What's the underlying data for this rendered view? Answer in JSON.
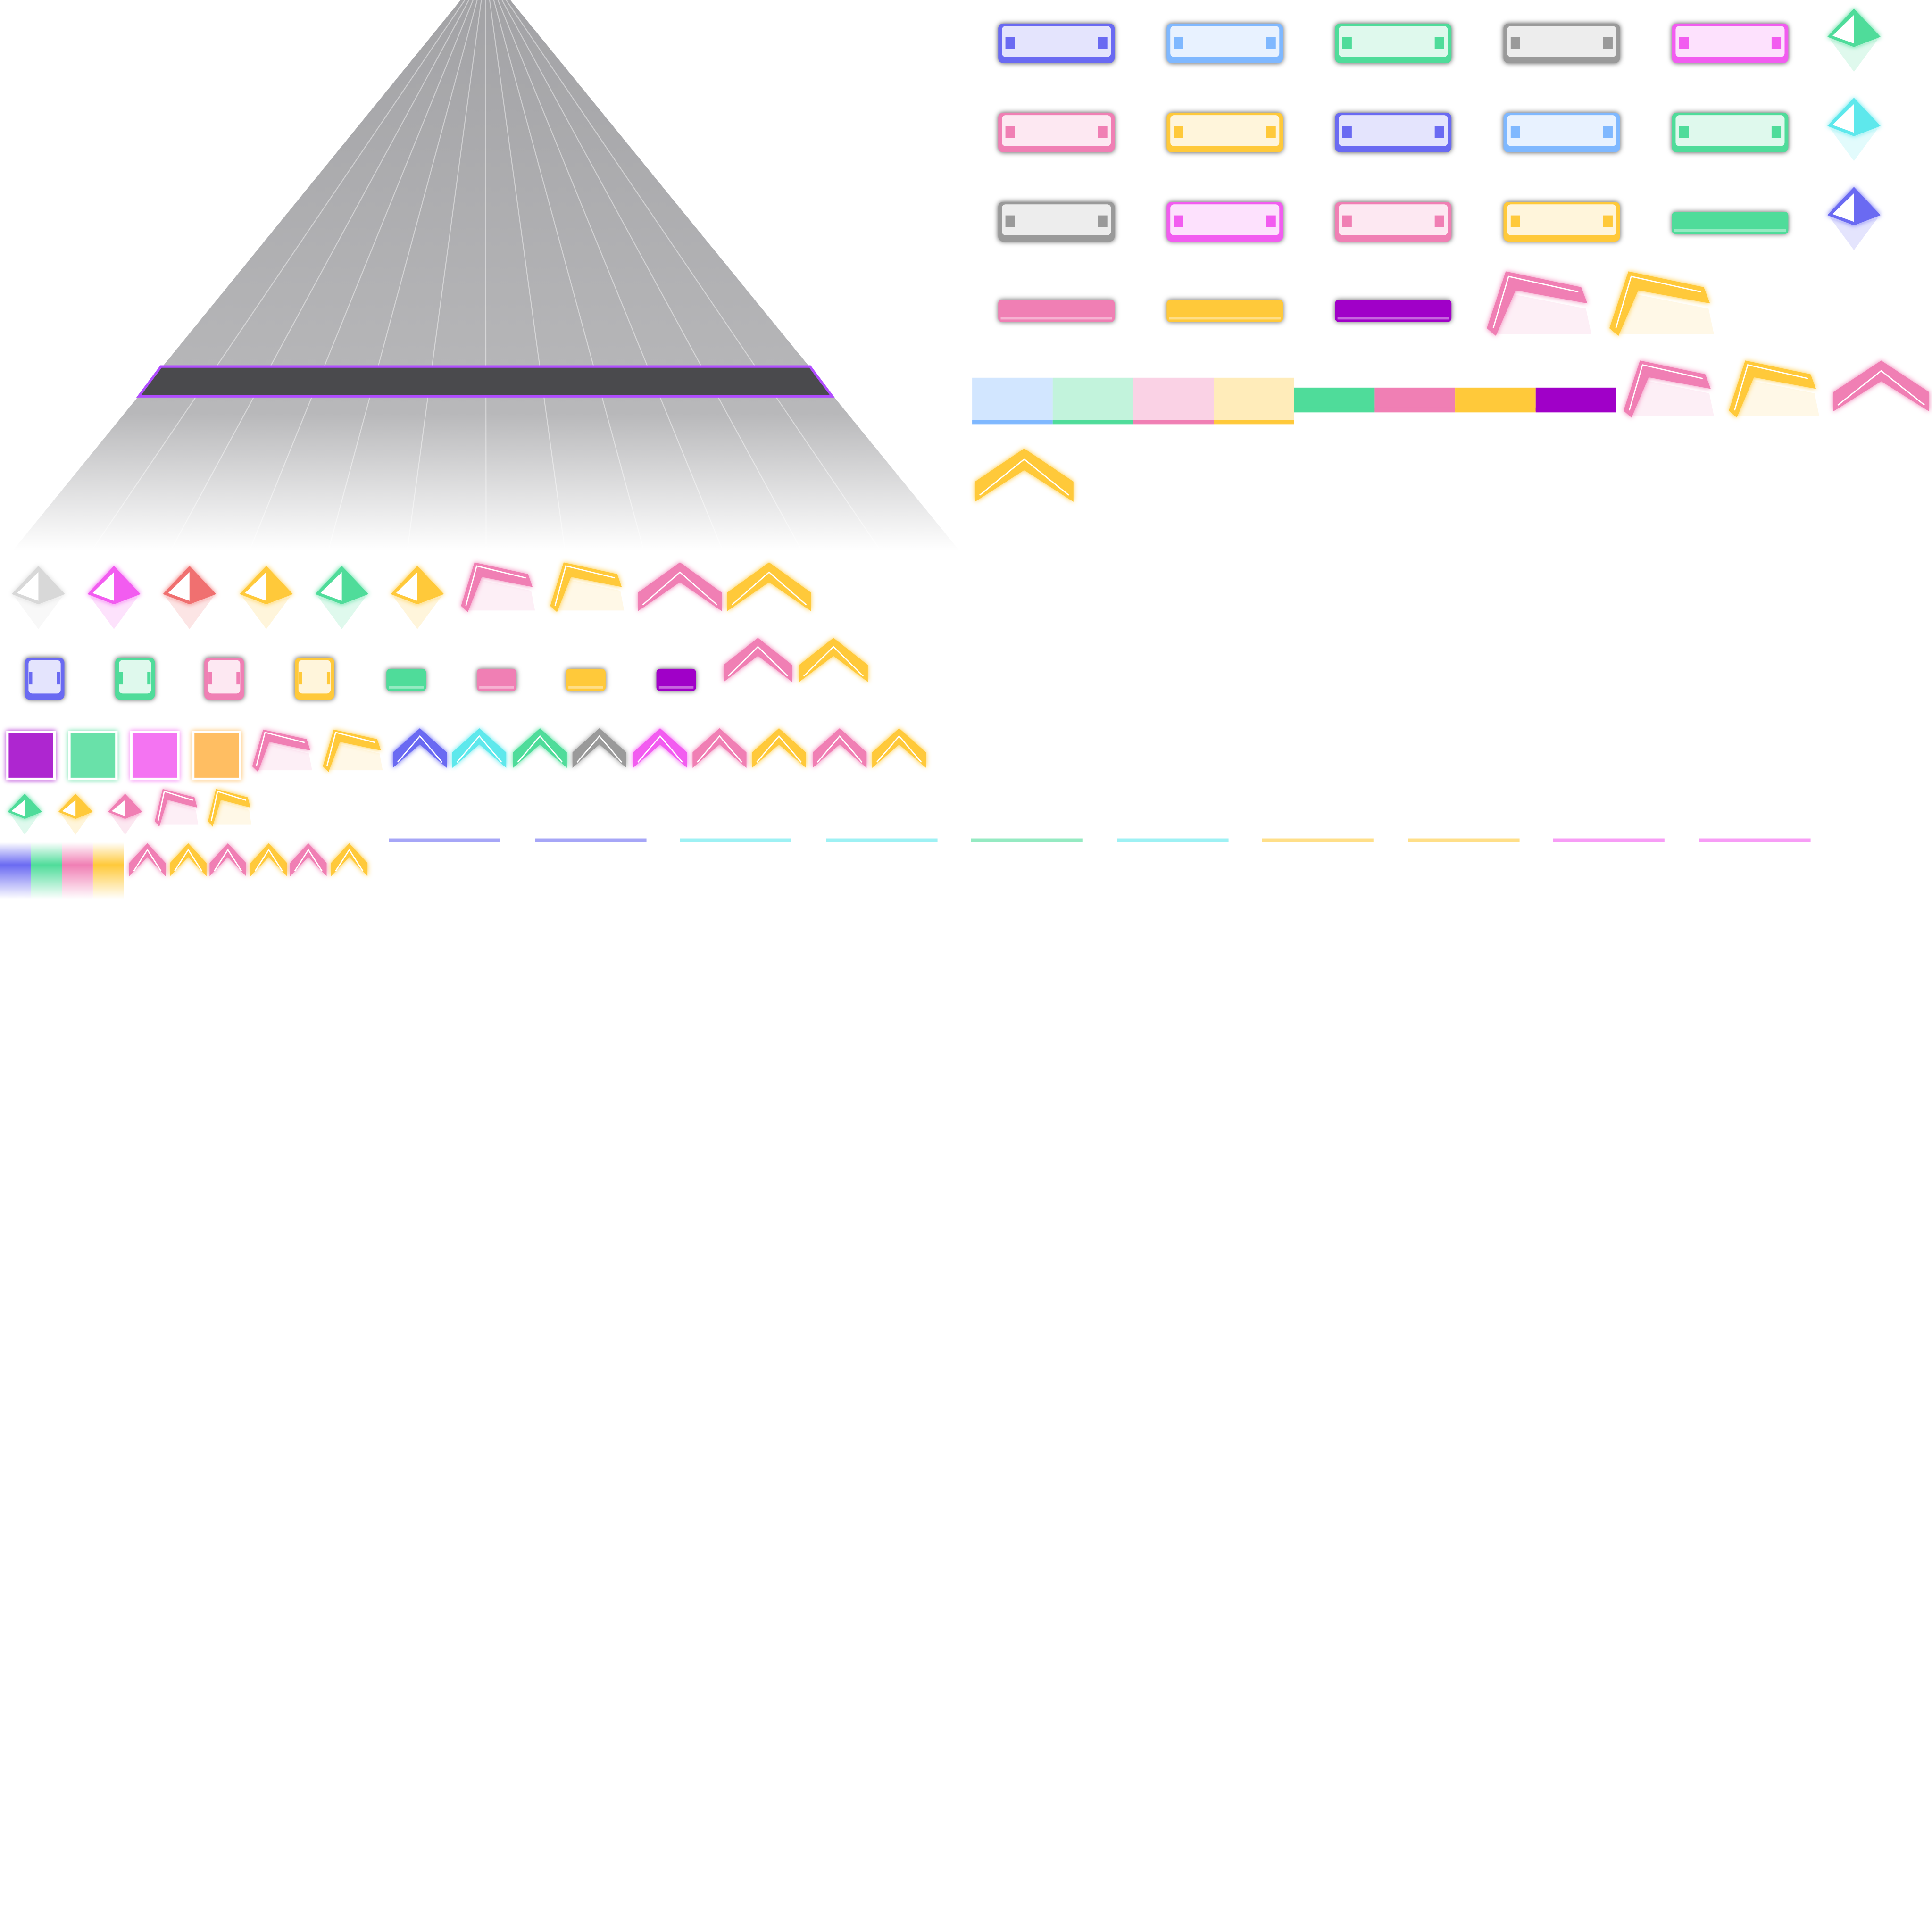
{
  "atlas": {
    "lane": {
      "color_top": "#a3a3a6",
      "judge_bar_color": "#4a4a4d",
      "judge_border": "#b04cff",
      "lane_count": 12
    },
    "colors": {
      "blue": "#6a6af2",
      "sky": "#7fb8ff",
      "green": "#4fdc9a",
      "gray": "#9a9a9a",
      "magenta": "#f25cf0",
      "pink": "#f07fb4",
      "yellow": "#ffc93a",
      "purple": "#a000c8",
      "red": "#f07070",
      "white": "#d8d8d8",
      "cyan": "#5ee8ec",
      "orange": "#ffb347"
    },
    "tiles_large": [
      "blue",
      "sky",
      "green",
      "gray",
      "magenta",
      "pink",
      "yellow",
      "blue",
      "sky",
      "green",
      "gray",
      "magenta",
      "pink",
      "yellow"
    ],
    "bars_large": [
      "green",
      "pink",
      "yellow",
      "purple"
    ],
    "diamonds_large": [
      "green",
      "cyan",
      "blue"
    ],
    "flicks_top": [
      "pink",
      "yellow",
      "pink",
      "yellow"
    ],
    "chevrons_top": [
      "pink",
      "yellow"
    ],
    "strip_a": [
      "sky",
      "green",
      "pink",
      "yellow"
    ],
    "strip_b": [
      "green",
      "pink",
      "yellow",
      "purple"
    ],
    "diamonds_mid": [
      "white",
      "magenta",
      "red",
      "yellow",
      "green",
      "yellow"
    ],
    "flicks_mid": [
      "pink",
      "yellow"
    ],
    "chevrons_mid": [
      "pink",
      "yellow",
      "pink",
      "yellow"
    ],
    "tiles_small": [
      "blue",
      "green",
      "pink",
      "yellow"
    ],
    "bars_small": [
      "green",
      "pink",
      "yellow",
      "purple"
    ],
    "glow_squares": [
      "purple",
      "green",
      "magenta",
      "orange"
    ],
    "flicks_row3": [
      "pink",
      "yellow"
    ],
    "chevrons_row3": [
      "blue",
      "cyan",
      "green",
      "gray",
      "magenta",
      "pink",
      "yellow",
      "pink",
      "yellow"
    ],
    "diamonds_small": [
      "green",
      "yellow",
      "pink"
    ],
    "flicks_small": [
      "pink",
      "yellow"
    ],
    "gradients": [
      "blue",
      "green",
      "pink",
      "yellow"
    ],
    "chevrons_tiny": [
      "pink",
      "yellow",
      "pink",
      "yellow",
      "pink",
      "yellow"
    ],
    "lines": [
      "blue",
      "blue",
      "cyan",
      "cyan",
      "green",
      "cyan",
      "yellow",
      "yellow",
      "magenta",
      "magenta"
    ]
  }
}
